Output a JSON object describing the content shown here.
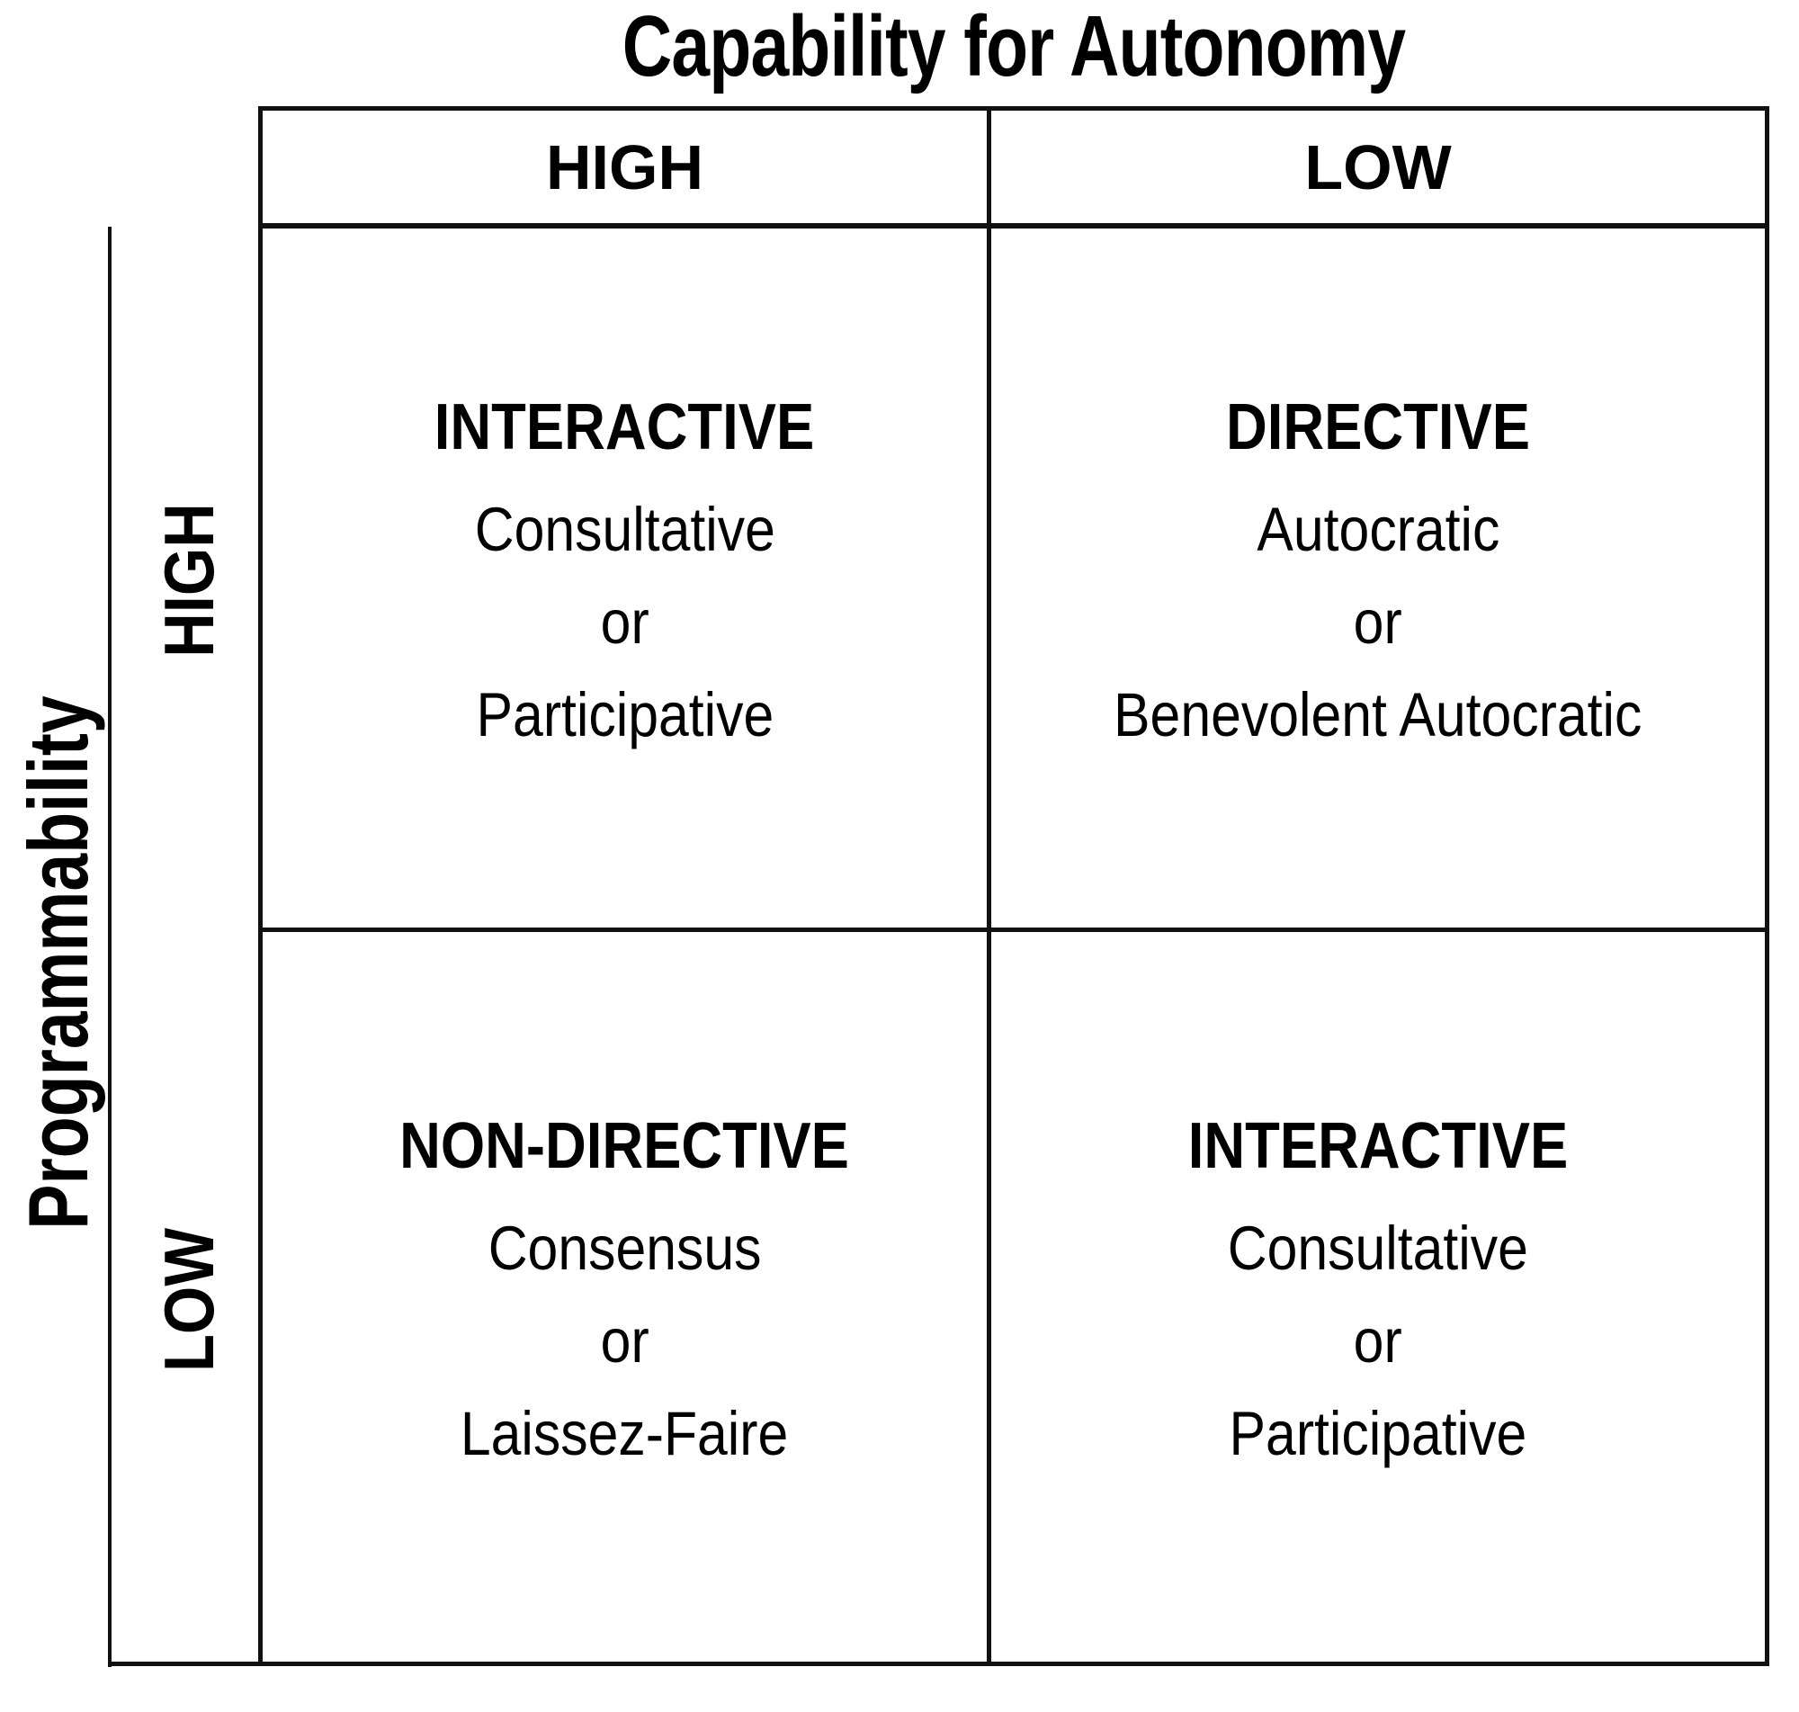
{
  "title": "Capability for Autonomy",
  "y_axis_label": "Programmability",
  "column_headers": [
    "HIGH",
    "LOW"
  ],
  "row_headers": [
    "HIGH",
    "LOW"
  ],
  "chart_data": {
    "type": "table",
    "title": "Capability for Autonomy",
    "xlabel": "Capability for Autonomy",
    "ylabel": "Programmability",
    "grid": true,
    "legend": "none",
    "columns": [
      "HIGH",
      "LOW"
    ],
    "rows": [
      "HIGH",
      "LOW"
    ],
    "cells": [
      {
        "row": "HIGH",
        "column": "HIGH",
        "heading": "INTERACTIVE",
        "lines": [
          "Consultative",
          "or",
          "Participative"
        ]
      },
      {
        "row": "HIGH",
        "column": "LOW",
        "heading": "DIRECTIVE",
        "lines": [
          "Autocratic",
          "or",
          "Benevolent Autocratic"
        ]
      },
      {
        "row": "LOW",
        "column": "HIGH",
        "heading": "NON-DIRECTIVE",
        "lines": [
          "Consensus",
          "or",
          "Laissez-Faire"
        ]
      },
      {
        "row": "LOW",
        "column": "LOW",
        "heading": "INTERACTIVE",
        "lines": [
          "Consultative",
          "or",
          "Participative"
        ]
      }
    ]
  },
  "colors": {
    "line": "#111111",
    "text": "#000000",
    "background": "#ffffff"
  }
}
